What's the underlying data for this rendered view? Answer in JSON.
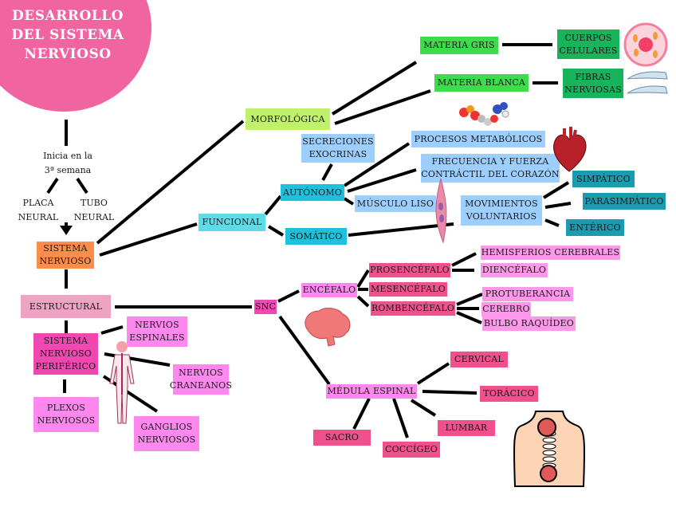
{
  "title": "DESARROLLO\nDEL SISTEMA\nNERVIOSO",
  "intro": {
    "start": "Inicia en la\n3ª semana",
    "placa": "PLACA\nNEURAL",
    "tubo": "TUBO\nNEURAL"
  },
  "nodes": {
    "sistema_nervioso": "SISTEMA\nNERVIOSO",
    "estructural": "ESTRUCTURAL",
    "snp": "SISTEMA\nNERVIOSO\nPERIFÉRICO",
    "nervios_espinales": "NERVIOS\nESPINALES",
    "nervios_craneanos": "NERVIOS\nCRANEANOS",
    "plexos": "PLEXOS\nNERVIOSOS",
    "ganglios": "GANGLIOS\nNERVIOSOS",
    "morfologica": "MORFOLÓGICA",
    "materia_gris": "MATERIA GRIS",
    "materia_blanca": "MATERIA BLANCA",
    "cuerpos_celulares": "CUERPOS\nCELULARES",
    "fibras_nerviosas": "FIBRAS\nNERVIOSAS",
    "funcional": "FUNCIONAL",
    "autonomo": "AUTÓNOMO",
    "somatico": "SOMÁTICO",
    "secreciones": "SECRECIONES\nEXOCRINAS",
    "procesos": "PROCESOS METABÓLICOS",
    "frecuencia": "FRECUENCIA Y FUERZA\nCONTRÁCTIL DEL CORAZÓN",
    "musculo_liso": "MÚSCULO LISO",
    "movimientos": "MOVIMIENTOS\nVOLUNTARIOS",
    "simpatico": "SIMPÁTICO",
    "parasimpatico": "PARASIMPÁTICO",
    "enterico": "ENTÉRICO",
    "snc": "SNC",
    "encefalo": "ENCÉFALO",
    "prosencefalo": "PROSENCÉFALO",
    "mesencefalo": "MESENCÉFALO",
    "rombencefalo": "ROMBENCÉFALO",
    "hemisferios": "HEMISFERIOS CEREBRALES",
    "diencefalo": "DIENCÉFALO",
    "protuberancia": "PROTUBERANCIA",
    "cerebro": "CEREBRO",
    "bulbo": "BULBO RAQUÍDEO",
    "medula": "MÉDULA ESPINAL",
    "cervical": "CERVICAL",
    "toracico": "TORÁCICO",
    "lumbar": "LUMBAR",
    "sacro": "SACRO",
    "coccigeo": "COCCÍGEO"
  },
  "illustrations": [
    "cell",
    "nerve-fibers",
    "atp-molecule",
    "heart",
    "smooth-muscle-cell",
    "brain",
    "human-nervous-system",
    "back-spine"
  ]
}
